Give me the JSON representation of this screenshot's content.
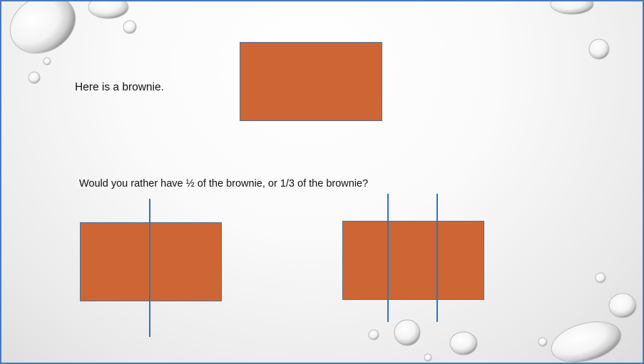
{
  "slide": {
    "intro_text": "Here is a brownie.",
    "question_text": "Would you rather have ½ of the brownie, or 1/3 of the brownie?"
  },
  "colors": {
    "brownie_fill": "#cd6634",
    "brownie_border": "#4a6f9e",
    "cut_line": "#2e75b6",
    "slide_border": "#4a78b8"
  },
  "brownies": [
    {
      "role": "whole",
      "pieces": 1
    },
    {
      "role": "halves",
      "pieces": 2
    },
    {
      "role": "thirds",
      "pieces": 3
    }
  ]
}
